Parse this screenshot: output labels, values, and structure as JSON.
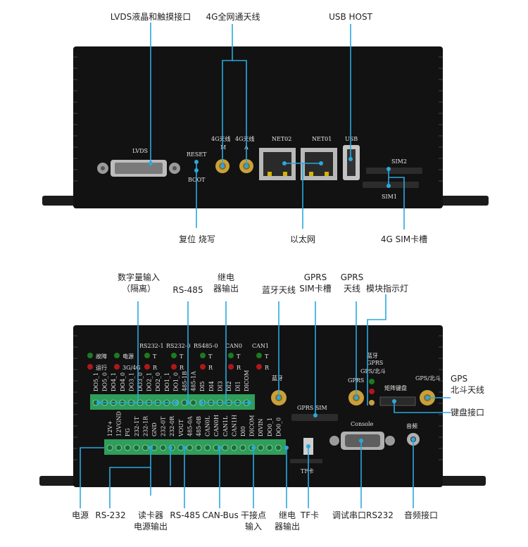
{
  "top_callouts": {
    "lvds_touch": "LVDS液晶和触摸接口",
    "antenna_4g": "4G全网通天线",
    "usb_host": "USB HOST",
    "reset_boot": "复位 烧写",
    "ethernet": "以太网",
    "sim_4g": "4G  SIM卡槽"
  },
  "top_panel_labels": {
    "lvds": "LVDS",
    "reset": "RESET",
    "boot": "BOOT",
    "ant_m": "4G天线",
    "ant_m_sub": "M",
    "ant_a": "4G天线",
    "ant_a_sub": "A",
    "net02": "NET02",
    "net01": "NET01",
    "usb": "USB",
    "sim2": "SIM2",
    "sim1": "SIM1"
  },
  "bottom_callouts_top": {
    "digital_input_l1": "数字量输入",
    "digital_input_l2": "（隔离）",
    "rs485": "RS-485",
    "relay_l1": "继电",
    "relay_l2": "器输出",
    "bt_antenna": "蓝牙天线",
    "gprs_sim_l1": "GPRS",
    "gprs_sim_l2": "SIM卡槽",
    "gprs_ant_l1": "GPRS",
    "gprs_ant_l2": "天线",
    "module_led": "模块指示灯",
    "gps_l1": "GPS",
    "gps_l2": "北斗天线",
    "keyboard": "键盘接口"
  },
  "bottom_callouts_bottom": {
    "power": "电源",
    "rs232": "RS-232",
    "card_reader_l1": "读卡器",
    "card_reader_l2": "电源输出",
    "rs485": "RS-485",
    "can_bus": "CAN-Bus",
    "dry_contact_l1": "干接点",
    "dry_contact_l2": "输入",
    "relay_l1": "继电",
    "relay_l2": "器输出",
    "tf_card": "TF卡",
    "debug_serial": "调试串口RS232",
    "audio": "音频接口"
  },
  "bottom_panel_labels": {
    "fault": "故障",
    "power": "电源",
    "run": "运行",
    "g34": "3G/4G",
    "rs232_1": "RS232-1",
    "rs232_0": "RS232-0",
    "rs485_0": "RS485-0",
    "can0": "CAN0",
    "can1": "CAN1",
    "t": "T",
    "r": "R",
    "bluetooth": "蓝牙",
    "gprs": "GPRS",
    "gprs_sim": "GPRS SIM",
    "bt_gprs_1": "蓝牙",
    "bt_gprs_2": "GPRS",
    "bt_gprs_3": "GPS/北斗",
    "gps_bd": "GPS/北斗",
    "matrix_kb": "矩阵键盘",
    "console": "Console",
    "audio": "音频",
    "tf": "TF卡"
  },
  "upper_terminal_labels": [
    "DO5_1",
    "DO5_0",
    "DO4_1",
    "DO4_0",
    "DO3_1",
    "DO3_0",
    "DO2_1",
    "DO2_0",
    "DO1_1",
    "DO1_0",
    "485-1B",
    "485-1A",
    "DI5",
    "DI4",
    "DI3",
    "DI2",
    "DI1",
    "DICOM"
  ],
  "lower_terminal_labels": [
    "12V+",
    "12VGND",
    "FG",
    "232-1T",
    "232-1R",
    "GND",
    "232-0T",
    "232-0R",
    "VOUT",
    "485-0A",
    "485-0B",
    "CAN0L",
    "CAN0H",
    "CAN1L",
    "CAN1H",
    "DI0",
    "DICOM",
    "DIVIN",
    "DO0_1",
    "DO0_0"
  ]
}
